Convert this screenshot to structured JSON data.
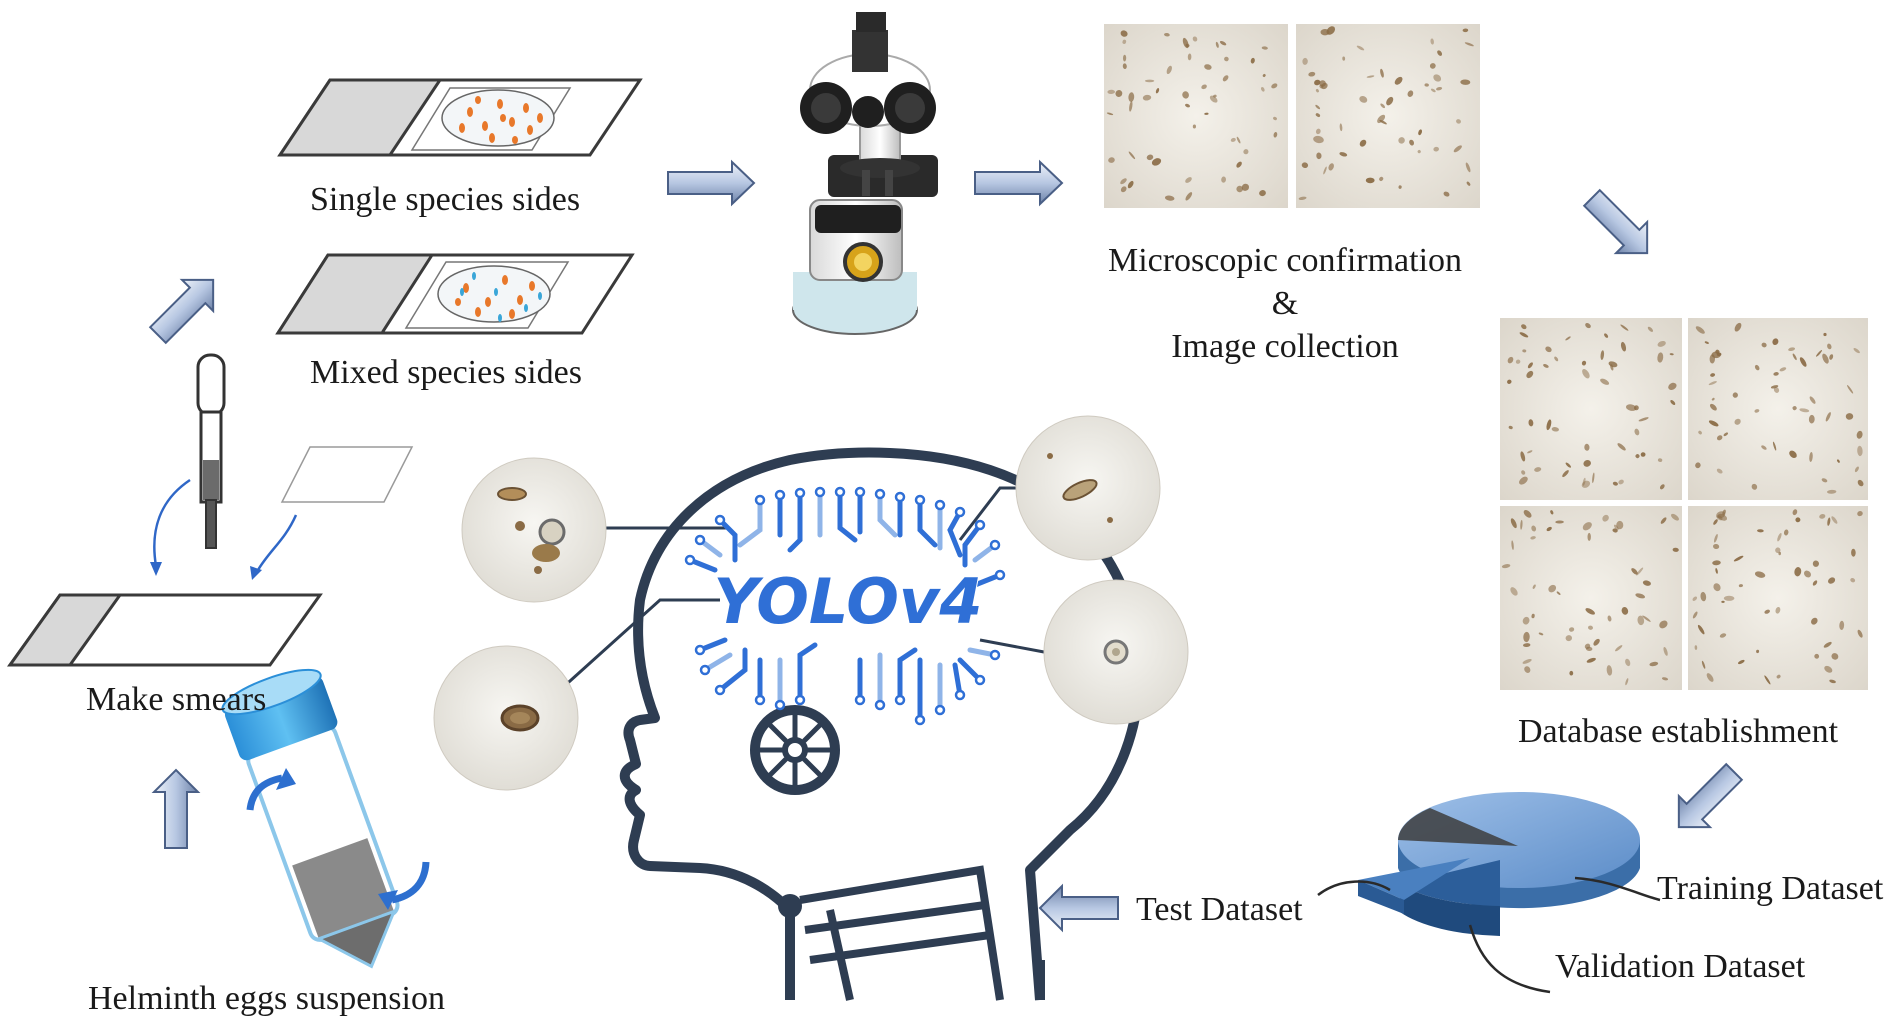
{
  "diagram": {
    "steps": {
      "single_species": "Single species sides",
      "mixed_species": "Mixed species sides",
      "make_smears": "Make smears",
      "suspension": "Helminth eggs suspension",
      "microscopic_line1": "Microscopic confirmation",
      "microscopic_line2": "&",
      "microscopic_line3": "Image collection",
      "database": "Database establishment",
      "training": "Training Dataset",
      "validation": "Validation Dataset",
      "test": "Test Dataset"
    },
    "model_name": "YOLOv4",
    "colors": {
      "arrow_fill": "#c9d6ea",
      "arrow_edge": "#4a5f86",
      "head_outline": "#2e3d52",
      "circuit_blue": "#2f6fd6",
      "circuit_light": "#8fb4e8",
      "pie_main": "#6e9bd1",
      "pie_dark": "#2c5e9a",
      "micro_bg": "#eeeae2",
      "speck": "#8a6b45",
      "orange_dot": "#e8782a",
      "cyan_dot": "#3aa6d8"
    }
  }
}
